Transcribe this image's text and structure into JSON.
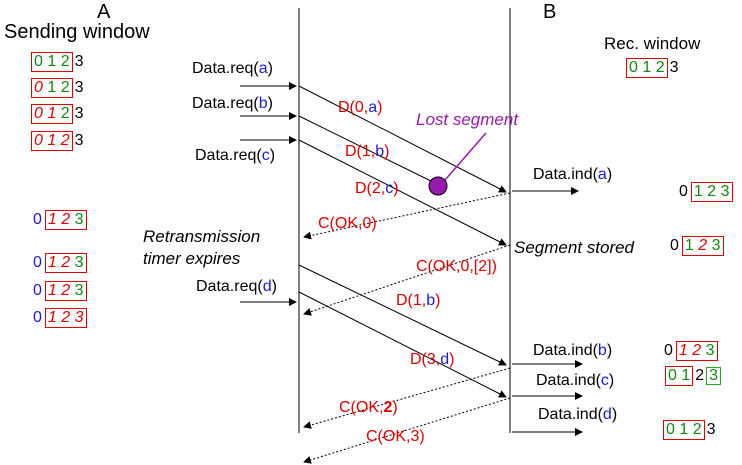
{
  "headers": {
    "a": "A",
    "b": "B"
  },
  "labels": {
    "sending_window": "Sending window",
    "rec_window": "Rec. window",
    "lost_segment": "Lost segment",
    "retransmission_line1": "Retransmission",
    "retransmission_line2": "timer expires",
    "segment_stored": "Segment stored"
  },
  "requests": {
    "a": {
      "prefix": "Data.req(",
      "arg": "a",
      "suffix": ")"
    },
    "b": {
      "prefix": "Data.req(",
      "arg": "b",
      "suffix": ")"
    },
    "c": {
      "prefix": "Data.req(",
      "arg": "c",
      "suffix": ")"
    },
    "d": {
      "prefix": "Data.req(",
      "arg": "d",
      "suffix": ")"
    }
  },
  "indications": {
    "a": {
      "prefix": "Data.ind(",
      "arg": "a",
      "suffix": ")"
    },
    "b": {
      "prefix": "Data.ind(",
      "arg": "b",
      "suffix": ")"
    },
    "c": {
      "prefix": "Data.ind(",
      "arg": "c",
      "suffix": ")"
    },
    "d": {
      "prefix": "Data.ind(",
      "arg": "d",
      "suffix": ")"
    }
  },
  "segments": {
    "d0a": {
      "head": "D(0,",
      "arg": "a",
      "tail": ")"
    },
    "d1b": {
      "head": "D(1,",
      "arg": "b",
      "tail": ")"
    },
    "d2c": {
      "head": "D(2,",
      "arg": "c",
      "tail": ")"
    },
    "d1b_retx": {
      "head": "D(1,",
      "arg": "b",
      "tail": ")"
    },
    "d3d": {
      "head": "D(3,",
      "arg": "d",
      "tail": ")"
    }
  },
  "acks": {
    "ok0": "C(OK,0)",
    "ok0_sack": "C(OK,0,[2])",
    "ok2": {
      "head": "C(OK,",
      "num": "2",
      "tail": ")"
    },
    "ok3": "C(OK,3)"
  },
  "sequence": {
    "n0": "0",
    "n1": "1",
    "n2": "2",
    "n3": "3"
  },
  "colors": {
    "sequence_red": "#e00000",
    "payload_blue": "#1a1adc",
    "in_window_green": "#118811",
    "lost_marker_purple": "#9a1ab0"
  }
}
